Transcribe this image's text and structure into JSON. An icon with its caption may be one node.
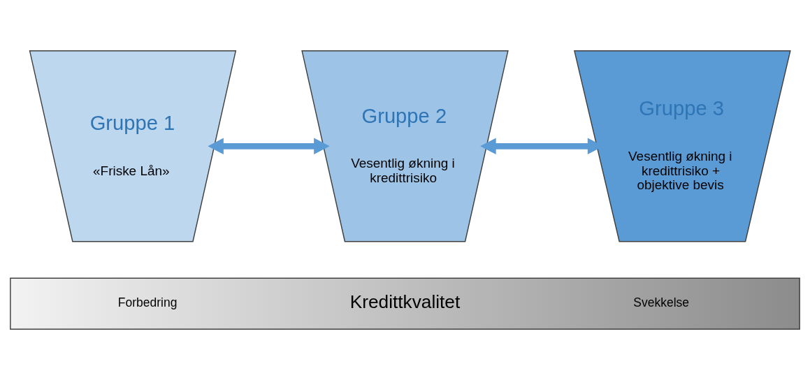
{
  "diagram": {
    "nodes": [
      {
        "text": [
          "Gruppe 1",
          "«Friske Lån»"
        ]
      },
      {
        "text": [
          "Gruppe 2",
          "Vesentlig økning i kredittrisiko"
        ]
      },
      {
        "text": [
          "Gruppe 3",
          "Vesentlig økning i kredittrisiko + objektive bevis"
        ]
      },
      {
        "text": [
          "Forbedring",
          "Kredittkvalitet",
          "Svekkelse"
        ]
      }
    ],
    "edges": [
      {
        "from": 0,
        "to": 1,
        "arrow": "both"
      },
      {
        "from": 1,
        "to": 2,
        "arrow": "both"
      }
    ]
  }
}
